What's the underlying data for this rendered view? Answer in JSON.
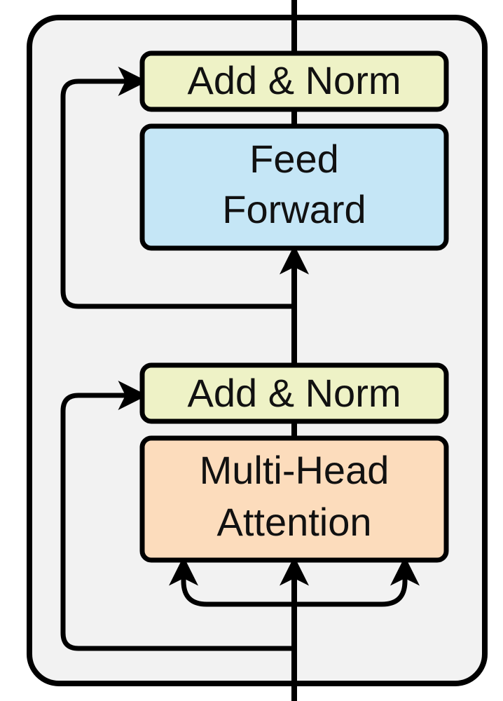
{
  "diagram": {
    "blocks": [
      {
        "id": "add_norm_top",
        "lines": [
          "Add & Norm"
        ],
        "fill": "#eef2c6"
      },
      {
        "id": "feed_forward",
        "lines": [
          "Feed",
          "Forward"
        ],
        "fill": "#c5e6f6"
      },
      {
        "id": "add_norm_bottom",
        "lines": [
          "Add & Norm"
        ],
        "fill": "#eef2c6"
      },
      {
        "id": "multi_head_attention",
        "lines": [
          "Multi-Head",
          "Attention"
        ],
        "fill": "#fcdcbc"
      }
    ],
    "colors": {
      "container_fill": "#f2f2f2",
      "stroke": "#000000",
      "text": "#111111"
    }
  }
}
